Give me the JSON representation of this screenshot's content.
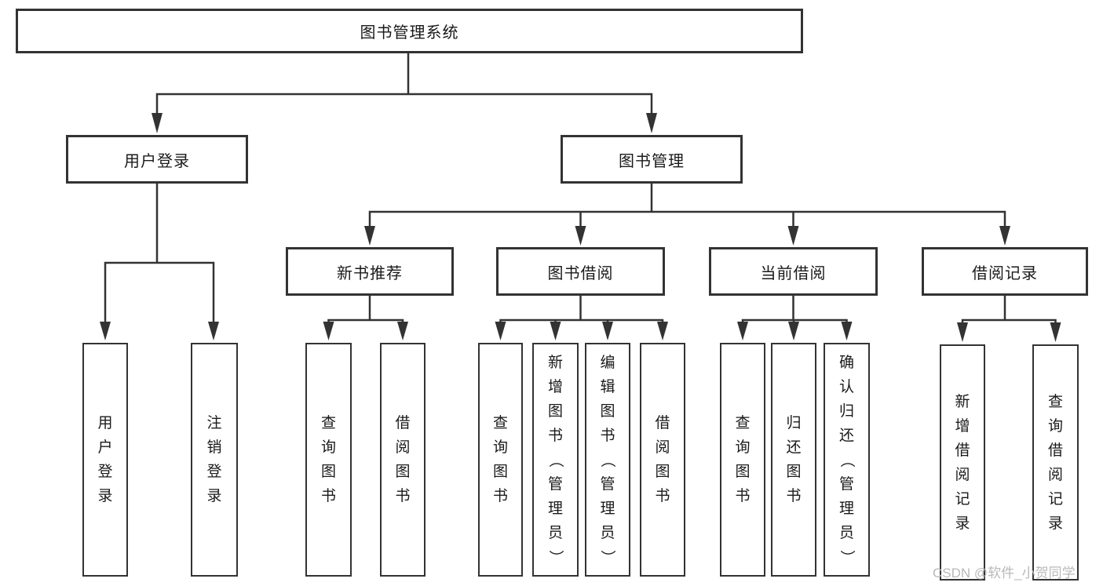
{
  "colors": {
    "line": "#333333",
    "box_border": "#333333",
    "text": "#1a1a1a",
    "watermark": "#b9b9b9",
    "background": "#ffffff"
  },
  "watermark": "CSDN @软件_小贺同学",
  "nodes": {
    "root": {
      "label": "图书管理系统"
    },
    "level1": [
      {
        "label": "用户登录"
      },
      {
        "label": "图书管理"
      }
    ],
    "level2": [
      {
        "label": "新书推荐"
      },
      {
        "label": "图书借阅"
      },
      {
        "label": "当前借阅"
      },
      {
        "label": "借阅记录"
      }
    ],
    "login_children": [
      {
        "label": "用户登录"
      },
      {
        "label": "注销登录"
      }
    ],
    "recommend_children": [
      {
        "label": "查询图书"
      },
      {
        "label": "借阅图书"
      }
    ],
    "borrow_children": [
      {
        "label": "查询图书"
      },
      {
        "label": "新增图书（管理员）"
      },
      {
        "label": "编辑图书（管理员）"
      },
      {
        "label": "借阅图书"
      }
    ],
    "current_children": [
      {
        "label": "查询图书"
      },
      {
        "label": "归还图书"
      },
      {
        "label": "确认归还（管理员）"
      }
    ],
    "records_children": [
      {
        "label": "新增借阅记录"
      },
      {
        "label": "查询借阅记录"
      }
    ]
  }
}
